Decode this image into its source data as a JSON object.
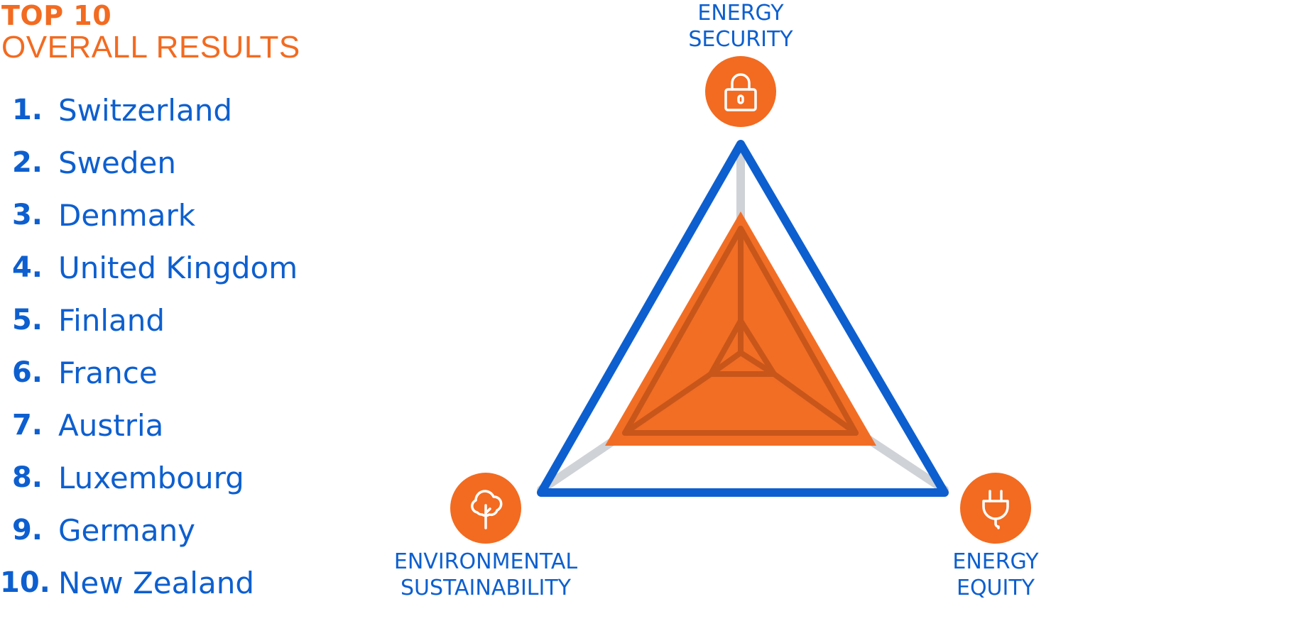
{
  "header": {
    "title_line1": "TOP 10",
    "title_line2": "OVERALL RESULTS"
  },
  "ranking": [
    {
      "rank": "1.",
      "country": "Switzerland"
    },
    {
      "rank": "2.",
      "country": "Sweden"
    },
    {
      "rank": "3.",
      "country": "Denmark"
    },
    {
      "rank": "4.",
      "country": "United Kingdom"
    },
    {
      "rank": "5.",
      "country": "Finland"
    },
    {
      "rank": "6.",
      "country": "France"
    },
    {
      "rank": "7.",
      "country": "Austria"
    },
    {
      "rank": "8.",
      "country": "Luxembourg"
    },
    {
      "rank": "9.",
      "country": "Germany"
    },
    {
      "rank": "10.",
      "country": "New Zealand"
    }
  ],
  "axes": {
    "security": {
      "line1": "ENERGY",
      "line2": "SECURITY",
      "icon": "lock-icon"
    },
    "sustainability": {
      "line1": "ENVIRONMENTAL",
      "line2": "SUSTAINABILITY",
      "icon": "tree-icon"
    },
    "equity": {
      "line1": "ENERGY",
      "line2": "EQUITY",
      "icon": "plug-icon"
    }
  },
  "colors": {
    "brand_orange": "#f26b21",
    "brand_blue": "#0d5fcf",
    "spoke_gray": "#cfd2d6",
    "inner_line": "#c8561a"
  }
}
